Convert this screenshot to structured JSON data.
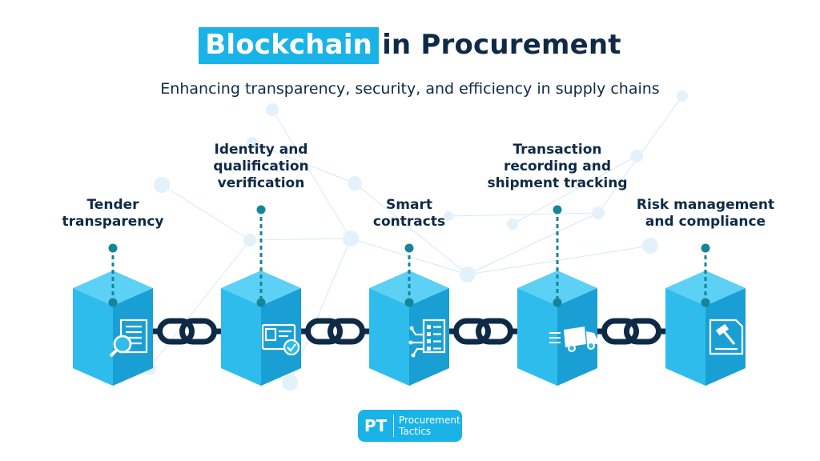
{
  "header": {
    "title_highlight": "Blockchain",
    "title_rest": "in Procurement",
    "subtitle": "Enhancing transparency, security, and efficiency in supply chains"
  },
  "steps": [
    {
      "label_lines": [
        "Tender",
        "transparency"
      ],
      "icon": "magnifier-document-icon"
    },
    {
      "label_lines": [
        "Identity and",
        "qualification",
        "verification"
      ],
      "icon": "id-card-check-icon"
    },
    {
      "label_lines": [
        "Smart",
        "contracts"
      ],
      "icon": "circuit-checklist-icon"
    },
    {
      "label_lines": [
        "Transaction",
        "recording and",
        "shipment tracking"
      ],
      "icon": "delivery-truck-icon"
    },
    {
      "label_lines": [
        "Risk management",
        "and compliance"
      ],
      "icon": "gavel-document-icon"
    }
  ],
  "logo": {
    "mark": "PT",
    "line1": "Procurement",
    "line2": "Tactics"
  },
  "colors": {
    "accent": "#1ab3e8",
    "navy": "#0e2a47",
    "teal": "#15859a",
    "cube_light": "#5cd0f5",
    "cube_mid": "#2ebcec",
    "cube_dark": "#1a9fd4"
  }
}
